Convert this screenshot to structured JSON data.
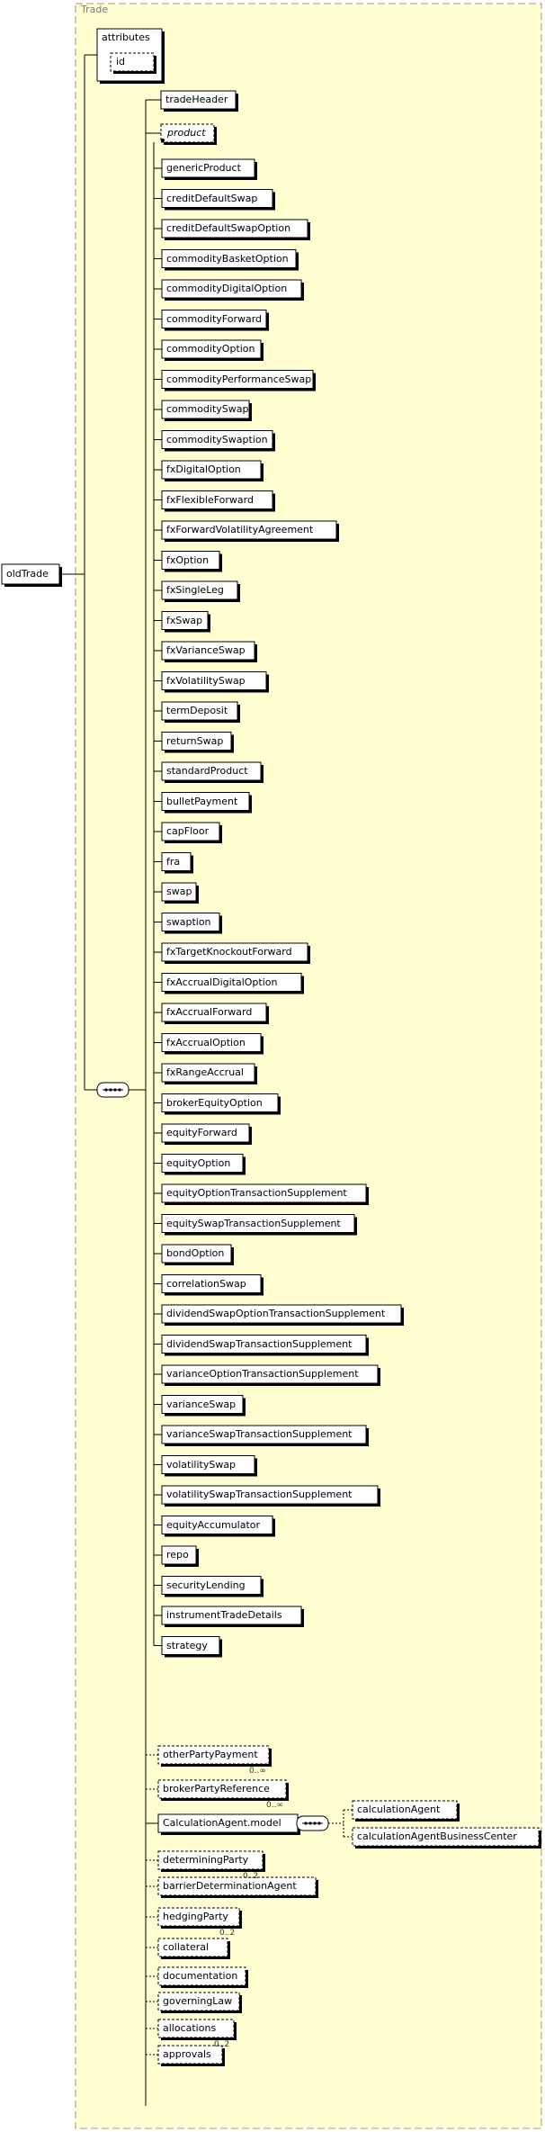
{
  "group_title": "Trade",
  "root": "oldTrade",
  "attributes": {
    "label": "attributes",
    "items": [
      "id"
    ]
  },
  "trade_header": "tradeHeader",
  "product": "product",
  "choice_items": [
    "genericProduct",
    "creditDefaultSwap",
    "creditDefaultSwapOption",
    "commodityBasketOption",
    "commodityDigitalOption",
    "commodityForward",
    "commodityOption",
    "commodityPerformanceSwap",
    "commoditySwap",
    "commoditySwaption",
    "fxDigitalOption",
    "fxFlexibleForward",
    "fxForwardVolatilityAgreement",
    "fxOption",
    "fxSingleLeg",
    "fxSwap",
    "fxVarianceSwap",
    "fxVolatilitySwap",
    "termDeposit",
    "returnSwap",
    "standardProduct",
    "bulletPayment",
    "capFloor",
    "fra",
    "swap",
    "swaption",
    "fxTargetKnockoutForward",
    "fxAccrualDigitalOption",
    "fxAccrualForward",
    "fxAccrualOption",
    "fxRangeAccrual",
    "brokerEquityOption",
    "equityForward",
    "equityOption",
    "equityOptionTransactionSupplement",
    "equitySwapTransactionSupplement",
    "bondOption",
    "correlationSwap",
    "dividendSwapOptionTransactionSupplement",
    "dividendSwapTransactionSupplement",
    "varianceOptionTransactionSupplement",
    "varianceSwap",
    "varianceSwapTransactionSupplement",
    "volatilitySwap",
    "volatilitySwapTransactionSupplement",
    "equityAccumulator",
    "repo",
    "securityLending",
    "instrumentTradeDetails",
    "strategy"
  ],
  "tail_items": [
    {
      "label": "otherPartyPayment",
      "card": "0..∞"
    },
    {
      "label": "brokerPartyReference",
      "card": "0..∞"
    },
    {
      "label": "CalculationAgent.model",
      "card": ""
    },
    {
      "label": "determiningParty",
      "card": "0..2"
    },
    {
      "label": "barrierDeterminationAgent",
      "card": ""
    },
    {
      "label": "hedgingParty",
      "card": "0..2"
    },
    {
      "label": "collateral",
      "card": ""
    },
    {
      "label": "documentation",
      "card": ""
    },
    {
      "label": "governingLaw",
      "card": ""
    },
    {
      "label": "allocations",
      "card": "0..2"
    },
    {
      "label": "approvals",
      "card": ""
    }
  ],
  "calc_agent_children": [
    "calculationAgent",
    "calculationAgentBusinessCenter"
  ],
  "colors": {
    "group_fill": "#ffffd2",
    "group_border": "#9a9a80",
    "line": "#000000",
    "shadow": "#000000",
    "title": "#7a7a7a"
  }
}
